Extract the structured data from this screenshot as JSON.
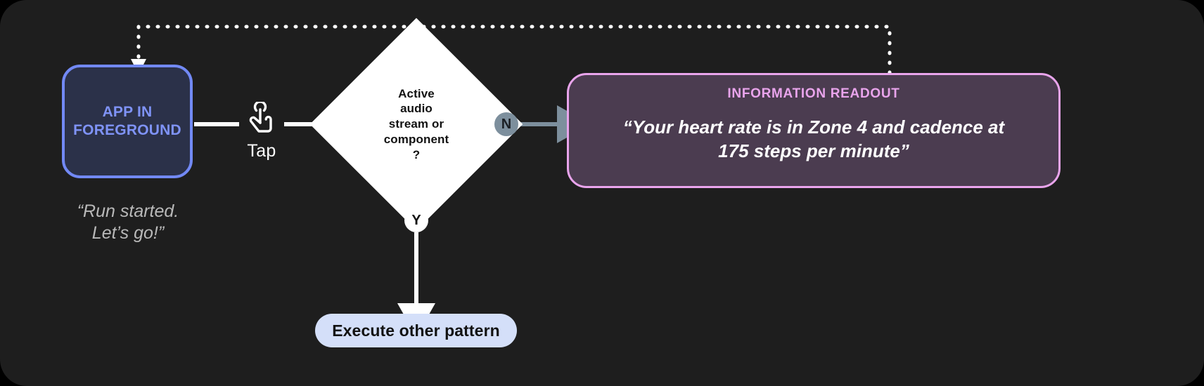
{
  "canvas": {
    "background": "#1e1e1e",
    "corner_radius": "38px"
  },
  "nodes": {
    "app": {
      "label_line1": "APP IN",
      "label_line2": "FOREGROUND",
      "border_color": "#7289f5",
      "fill_color": "#2b3149",
      "text_color": "#7f93f7"
    },
    "app_caption": {
      "line1": "“Run started.",
      "line2": "Let’s go!”",
      "color": "#b9b9b9"
    },
    "tap": {
      "icon": "tap-gesture-icon",
      "label": "Tap",
      "color": "#ffffff"
    },
    "decision": {
      "line1": "Active",
      "line2": "audio",
      "line3": "stream or",
      "line4": "component",
      "line5": "?",
      "fill_color": "#ffffff",
      "text_color": "#121212"
    },
    "readout": {
      "title": "INFORMATION READOUT",
      "body_line1": "“Your heart rate is in Zone 4 and cadence at",
      "body_line2": "175 steps per minute”",
      "border_color": "#e9a4ec",
      "fill_color": "#4b3c50",
      "title_color": "#e9a4ec",
      "body_color": "#ffffff"
    },
    "execute": {
      "label": "Execute other pattern",
      "fill_color": "#d4dff9",
      "text_color": "#121212"
    }
  },
  "branches": {
    "no": {
      "label": "N",
      "badge_color": "#7d8f9d",
      "text_color": "#1b1f24",
      "arrow_color": "#7d8f9d"
    },
    "yes": {
      "label": "Y",
      "badge_color": "#ffffff",
      "text_color": "#121212",
      "arrow_color": "#ffffff"
    }
  },
  "connectors": {
    "app_to_decision_color": "#ffffff",
    "decision_to_execute_color": "#ffffff",
    "feedback_loop_color": "#ffffff",
    "feedback_loop_style": "dotted"
  }
}
